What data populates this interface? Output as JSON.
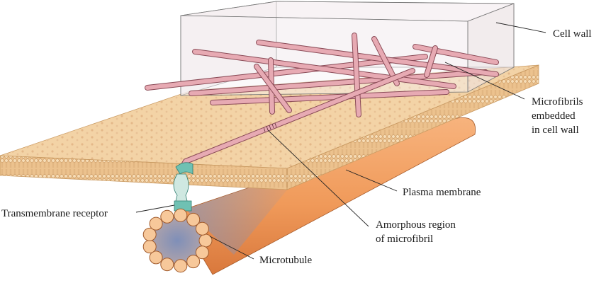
{
  "labels": {
    "cell_wall": "Cell wall",
    "microfibrils": [
      "Microfibrils",
      "embedded",
      "in cell wall"
    ],
    "plasma_membrane": "Plasma membrane",
    "transmembrane_receptor": "Transmembrane receptor",
    "amorphous_region": [
      "Amorphous region",
      "of microfibril"
    ],
    "microtubule": "Microtubule"
  },
  "colors": {
    "membrane_top": "#f3d3a6",
    "membrane_edge": "#e9c08c",
    "microfibril": "#e7aab3",
    "microfibril_outline": "#8a4b57",
    "receptor": "#6fc1b3",
    "microtubule": "#f09a5a",
    "microtubule_shadow": "#8a97b8",
    "subunit": "#f7c89a",
    "cell_wall_box": "#f2ecee"
  }
}
